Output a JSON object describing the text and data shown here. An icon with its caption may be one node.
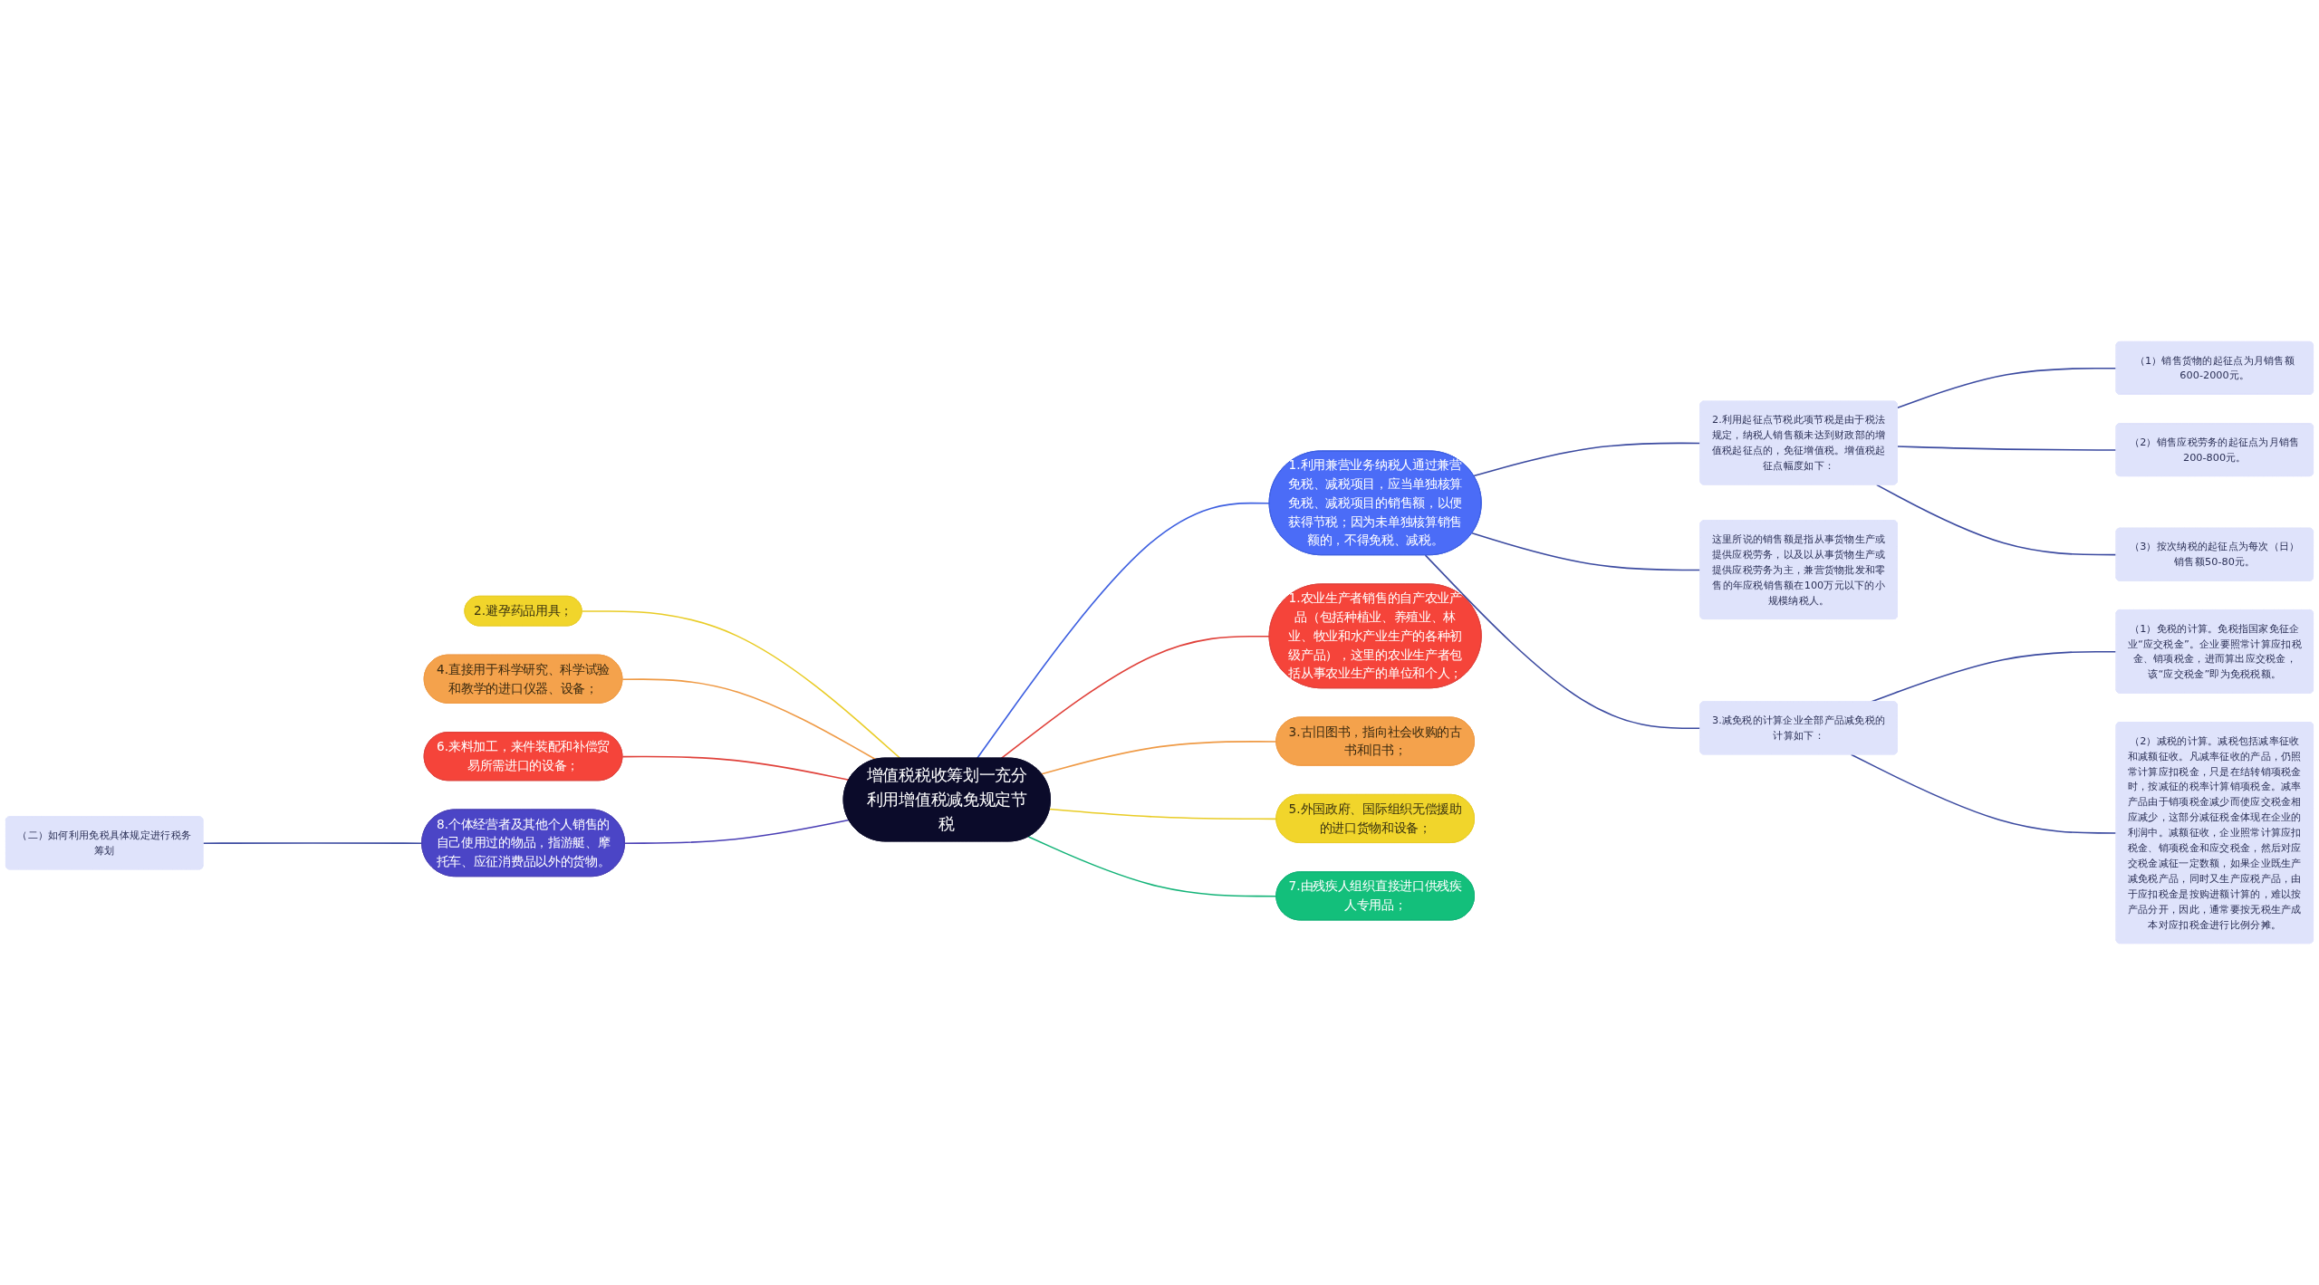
{
  "diagram": {
    "nodes": [
      {
        "text": [
          "增值税税收筹划一充分利用增值税减免规定节税"
        ]
      },
      {
        "text": [
          "1.农业生产者销售的自产农业产品（包括种植业、养殖业、林业、牧业和水产业生产的各种初级产品），这里的农业生产者包括从事农业生产的单位和个人；"
        ]
      },
      {
        "text": [
          "3.古旧图书，指向社会收购的古书和旧书；"
        ]
      },
      {
        "text": [
          "5.外国政府、国际组织无偿援助的进口货物和设备；"
        ]
      },
      {
        "text": [
          "7.由残疾人组织直接进口供残疾人专用品；"
        ]
      },
      {
        "text": [
          "2.避孕药品用具；"
        ]
      },
      {
        "text": [
          "4.直接用于科学研究、科学试验和教学的进口仪器、设备；"
        ]
      },
      {
        "text": [
          "6.来料加工，来件装配和补偿贸易所需进口的设备；"
        ]
      },
      {
        "text": [
          "8.个体经营者及其他个人销售的自己使用过的物品，指游艇、摩托车、应征消费品以外的货物。"
        ]
      },
      {
        "text": [
          "（二）如何利用免税具体规定进行税务筹划"
        ]
      },
      {
        "text": [
          "1.利用兼营业务纳税人通过兼营免税、减税项目，应当单独核算免税、减税项目的销售额，以便获得节税；因为未单独核算销售额的，不得免税、减税。"
        ]
      },
      {
        "text": [
          "2.利用起征点节税此项节税是由于税法规定，纳税人销售额未达到财政部的增值税起征点的，免征增值税。增值税起征点幅度如下："
        ]
      },
      {
        "text": [
          "（1）销售货物的起征点为月销售额600-2000元。"
        ]
      },
      {
        "text": [
          "（2）销售应税劳务的起征点为月销售200-800元。"
        ]
      },
      {
        "text": [
          "（3）按次纳税的起征点为每次（日）销售额50-80元。"
        ]
      },
      {
        "text": [
          "这里所说的销售额是指从事货物生产或提供应税劳务，以及以从事货物生产或提供应税劳务为主，兼营货物批发和零售的年应税销售额在100万元以下的小规模纳税人。"
        ]
      },
      {
        "text": [
          "3.减免税的计算企业全部产品减免税的计算如下："
        ]
      },
      {
        "text": [
          "（1）免税的计算。免税指国家免征企业“应交税金”。企业要照常计算应扣税金、销项税金，进而算出应交税金，该“应交税金”即为免税税额。"
        ]
      },
      {
        "text": [
          "（2）减税的计算。减税包括减率征收和减额征收。凡减率征收的产品，仍照常计算应扣税金，只是在结转销项税金时，按减征的税率计算销项税金。减率产品由于销项税金减少而使应交税金相应减少，这部分减征税金体现在企业的利润中。减额征收，企业照常计算应扣税金、销项税金和应交税金，然后对应交税金减征一定数额，如果企业既生产减免税产品，同时又生产应税产品，由于应扣税金是按购进额计算的，难以按产品分开，因此，通常要按无税生产成本对应扣税金进行比例分摊。"
        ]
      }
    ],
    "edges": [
      {
        "from": 0,
        "to": 1,
        "arrow": "none",
        "color": "#e0413a"
      },
      {
        "from": 0,
        "to": 2,
        "arrow": "none",
        "color": "#ef9a45"
      },
      {
        "from": 0,
        "to": 3,
        "arrow": "none",
        "color": "#e9cc26"
      },
      {
        "from": 0,
        "to": 4,
        "arrow": "none",
        "color": "#12b377"
      },
      {
        "from": 0,
        "to": 5,
        "arrow": "none",
        "color": "#e9cc26"
      },
      {
        "from": 0,
        "to": 6,
        "arrow": "none",
        "color": "#ef9a45"
      },
      {
        "from": 0,
        "to": 7,
        "arrow": "none",
        "color": "#e0413a"
      },
      {
        "from": 0,
        "to": 8,
        "arrow": "none",
        "color": "#4a3fb5"
      },
      {
        "from": 8,
        "to": 9,
        "arrow": "none"
      },
      {
        "from": 0,
        "to": 10,
        "arrow": "none",
        "color": "#3d5fe0"
      },
      {
        "from": 10,
        "to": 11,
        "arrow": "none"
      },
      {
        "from": 11,
        "to": 12,
        "arrow": "none"
      },
      {
        "from": 11,
        "to": 13,
        "arrow": "none"
      },
      {
        "from": 11,
        "to": 14,
        "arrow": "none"
      },
      {
        "from": 10,
        "to": 15,
        "arrow": "none"
      },
      {
        "from": 10,
        "to": 16,
        "arrow": "none"
      },
      {
        "from": 16,
        "to": 17,
        "arrow": "none"
      },
      {
        "from": 16,
        "to": 18,
        "arrow": "none"
      }
    ]
  }
}
